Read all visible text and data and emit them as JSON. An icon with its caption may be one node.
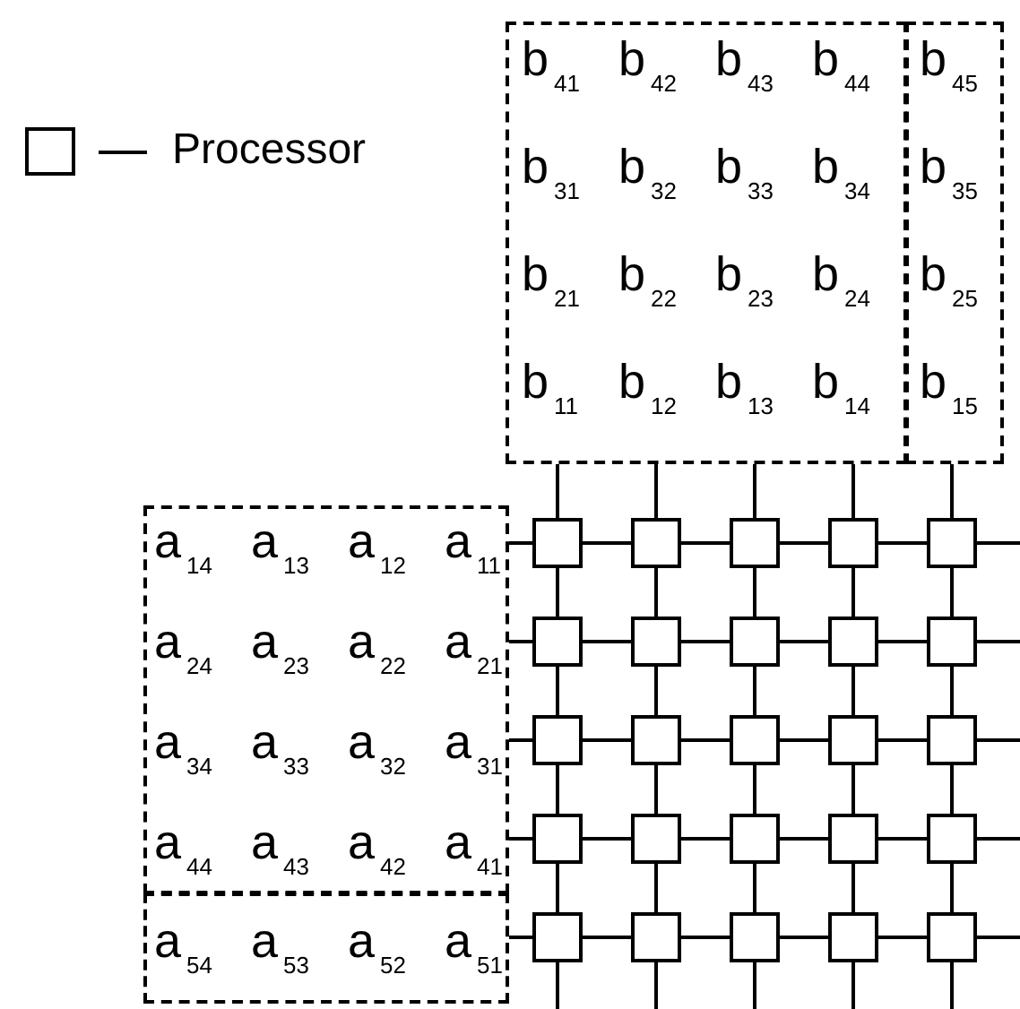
{
  "diagram": {
    "nodes": [
      {
        "text": [
          "b$_{41}$",
          "b$_{42}$",
          "b$_{43}$",
          "b$_{44}$",
          "b$_{31}$",
          "b$_{32}$",
          "b$_{33}$",
          "b$_{34}$",
          "b$_{21}$",
          "b$_{22}$",
          "b$_{23}$",
          "b$_{24}$",
          "b$_{11}$",
          "b$_{12}$",
          "b$_{13}$",
          "b$_{14}$"
        ]
      },
      {
        "text": [
          "b$_{45}$",
          "b$_{35}$",
          "b$_{25}$",
          "b$_{15}$"
        ]
      },
      {
        "text": [
          "a$_{14}$",
          "a$_{13}$",
          "a$_{12}$",
          "a$_{11}$",
          "a$_{24}$",
          "a$_{23}$",
          "a$_{22}$",
          "a$_{21}$",
          "a$_{34}$",
          "a$_{33}$",
          "a$_{32}$",
          "a$_{31}$",
          "a$_{44}$",
          "a$_{43}$",
          "a$_{42}$",
          "a$_{41}$"
        ]
      },
      {
        "text": [
          "a$_{54}$",
          "a$_{53}$",
          "a$_{52}$",
          "a$_{51}$"
        ]
      },
      {
        "text": [],
        "shape": "box"
      },
      {
        "text": [],
        "shape": "box"
      },
      {
        "text": [],
        "shape": "box"
      },
      {
        "text": [],
        "shape": "box"
      },
      {
        "text": [],
        "shape": "box"
      },
      {
        "text": [],
        "shape": "box"
      },
      {
        "text": [],
        "shape": "box"
      },
      {
        "text": [],
        "shape": "box"
      },
      {
        "text": [],
        "shape": "box"
      },
      {
        "text": [],
        "shape": "box"
      },
      {
        "text": [],
        "shape": "box"
      },
      {
        "text": [],
        "shape": "box"
      },
      {
        "text": [],
        "shape": "box"
      },
      {
        "text": [],
        "shape": "box"
      },
      {
        "text": [],
        "shape": "box"
      },
      {
        "text": [],
        "shape": "box"
      },
      {
        "text": [],
        "shape": "box"
      },
      {
        "text": [],
        "shape": "box"
      },
      {
        "text": [],
        "shape": "box"
      },
      {
        "text": [],
        "shape": "box"
      },
      {
        "text": [],
        "shape": "box"
      },
      {
        "text": [],
        "shape": "box"
      },
      {
        "text": [],
        "shape": "box"
      },
      {
        "text": [],
        "shape": "box"
      },
      {
        "text": [],
        "shape": "box"
      }
    ],
    "edges": [
      {
        "from": 0,
        "to": 4,
        "arrow": "none"
      },
      {
        "from": 0,
        "to": 5,
        "arrow": "none"
      },
      {
        "from": 0,
        "to": 6,
        "arrow": "none"
      },
      {
        "from": 0,
        "to": 7,
        "arrow": "none"
      },
      {
        "from": 1,
        "to": 8,
        "arrow": "none"
      },
      {
        "from": 2,
        "to": 4,
        "arrow": "none"
      },
      {
        "from": 2,
        "to": 9,
        "arrow": "none"
      },
      {
        "from": 2,
        "to": 14,
        "arrow": "none"
      },
      {
        "from": 2,
        "to": 19,
        "arrow": "none"
      },
      {
        "from": 3,
        "to": 24,
        "arrow": "none"
      },
      {
        "from": 4,
        "to": 5,
        "arrow": "none"
      },
      {
        "from": 5,
        "to": 6,
        "arrow": "none"
      },
      {
        "from": 6,
        "to": 7,
        "arrow": "none"
      },
      {
        "from": 7,
        "to": 8,
        "arrow": "none"
      },
      {
        "from": 9,
        "to": 10,
        "arrow": "none"
      },
      {
        "from": 10,
        "to": 11,
        "arrow": "none"
      },
      {
        "from": 11,
        "to": 12,
        "arrow": "none"
      },
      {
        "from": 12,
        "to": 13,
        "arrow": "none"
      },
      {
        "from": 14,
        "to": 15,
        "arrow": "none"
      },
      {
        "from": 15,
        "to": 16,
        "arrow": "none"
      },
      {
        "from": 16,
        "to": 17,
        "arrow": "none"
      },
      {
        "from": 17,
        "to": 18,
        "arrow": "none"
      },
      {
        "from": 19,
        "to": 20,
        "arrow": "none"
      },
      {
        "from": 20,
        "to": 21,
        "arrow": "none"
      },
      {
        "from": 21,
        "to": 22,
        "arrow": "none"
      },
      {
        "from": 22,
        "to": 23,
        "arrow": "none"
      },
      {
        "from": 24,
        "to": 25,
        "arrow": "none"
      },
      {
        "from": 25,
        "to": 26,
        "arrow": "none"
      },
      {
        "from": 26,
        "to": 27,
        "arrow": "none"
      },
      {
        "from": 27,
        "to": 28,
        "arrow": "none"
      },
      {
        "from": 4,
        "to": 9,
        "arrow": "none"
      },
      {
        "from": 9,
        "to": 14,
        "arrow": "none"
      },
      {
        "from": 14,
        "to": 19,
        "arrow": "none"
      },
      {
        "from": 19,
        "to": 24,
        "arrow": "none"
      },
      {
        "from": 5,
        "to": 10,
        "arrow": "none"
      },
      {
        "from": 10,
        "to": 15,
        "arrow": "none"
      },
      {
        "from": 15,
        "to": 20,
        "arrow": "none"
      },
      {
        "from": 20,
        "to": 25,
        "arrow": "none"
      },
      {
        "from": 6,
        "to": 11,
        "arrow": "none"
      },
      {
        "from": 11,
        "to": 16,
        "arrow": "none"
      },
      {
        "from": 16,
        "to": 21,
        "arrow": "none"
      },
      {
        "from": 21,
        "to": 26,
        "arrow": "none"
      },
      {
        "from": 7,
        "to": 12,
        "arrow": "none"
      },
      {
        "from": 12,
        "to": 17,
        "arrow": "none"
      },
      {
        "from": 17,
        "to": 22,
        "arrow": "none"
      },
      {
        "from": 22,
        "to": 27,
        "arrow": "none"
      },
      {
        "from": 8,
        "to": 13,
        "arrow": "none"
      },
      {
        "from": 13,
        "to": 18,
        "arrow": "none"
      },
      {
        "from": 18,
        "to": 23,
        "arrow": "none"
      },
      {
        "from": 23,
        "to": 28,
        "arrow": "none"
      },
      {
        "from": 8,
        "to": null,
        "arrow": "none"
      },
      {
        "from": 13,
        "to": null,
        "arrow": "none"
      },
      {
        "from": 18,
        "to": null,
        "arrow": "none"
      },
      {
        "from": 23,
        "to": null,
        "arrow": "none"
      },
      {
        "from": 28,
        "to": null,
        "arrow": "none"
      },
      {
        "from": 24,
        "to": null,
        "arrow": "none"
      },
      {
        "from": 25,
        "to": null,
        "arrow": "none"
      },
      {
        "from": 26,
        "to": null,
        "arrow": "none"
      },
      {
        "from": 27,
        "to": null,
        "arrow": "none"
      },
      {
        "from": 28,
        "to": null,
        "arrow": "none"
      }
    ],
    "legend": [
      {
        "text": "Processor"
      }
    ]
  }
}
